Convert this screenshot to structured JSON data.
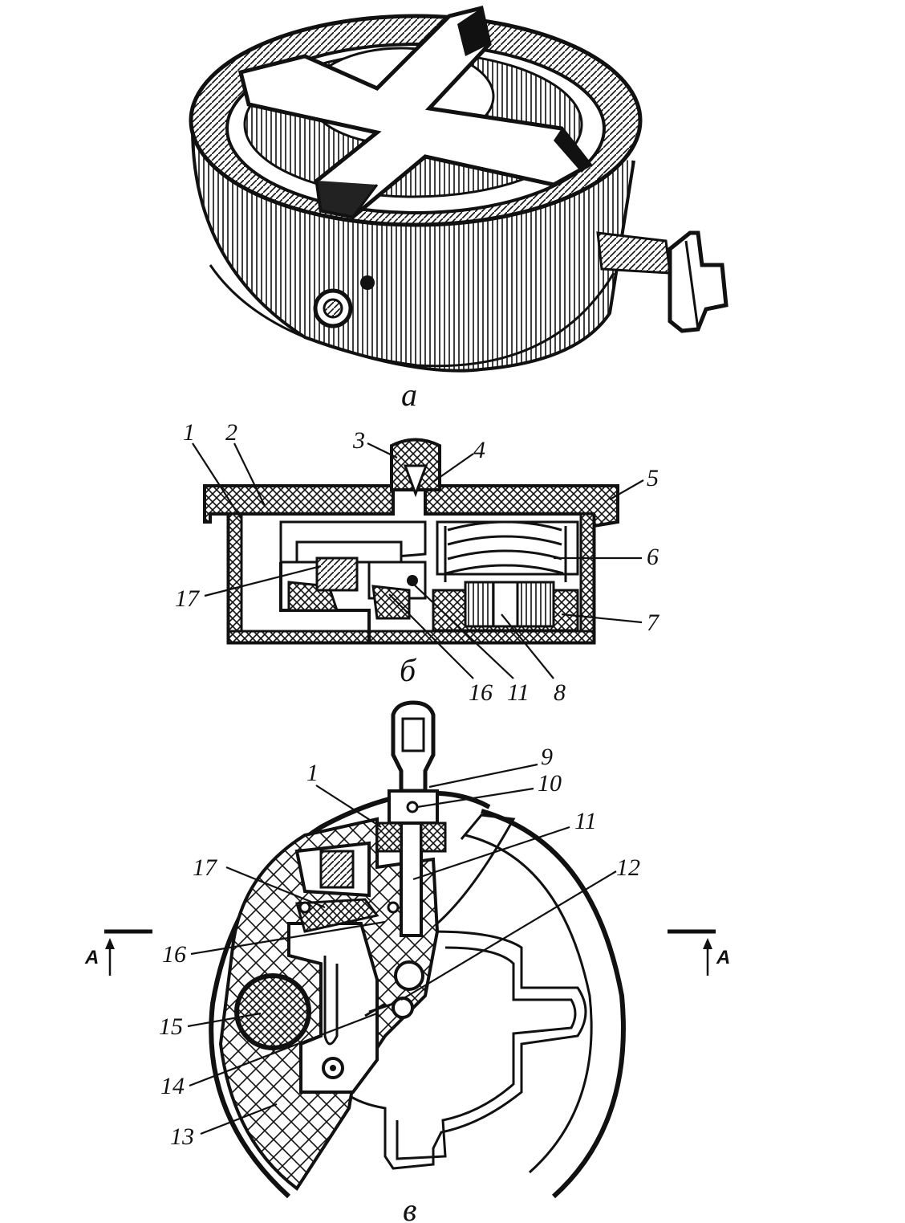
{
  "figure": {
    "captions": {
      "a": "а",
      "b": "б",
      "v": "в"
    },
    "callouts_b": [
      "1",
      "2",
      "3",
      "4",
      "5",
      "6",
      "17",
      "7",
      "16",
      "11",
      "8"
    ],
    "callouts_v": [
      "9",
      "10",
      "1",
      "11",
      "17",
      "12",
      "16",
      "15",
      "14",
      "13"
    ],
    "section_marks": [
      "A",
      "A"
    ]
  },
  "colors": {
    "ink": "#111111",
    "paper": "#ffffff"
  }
}
